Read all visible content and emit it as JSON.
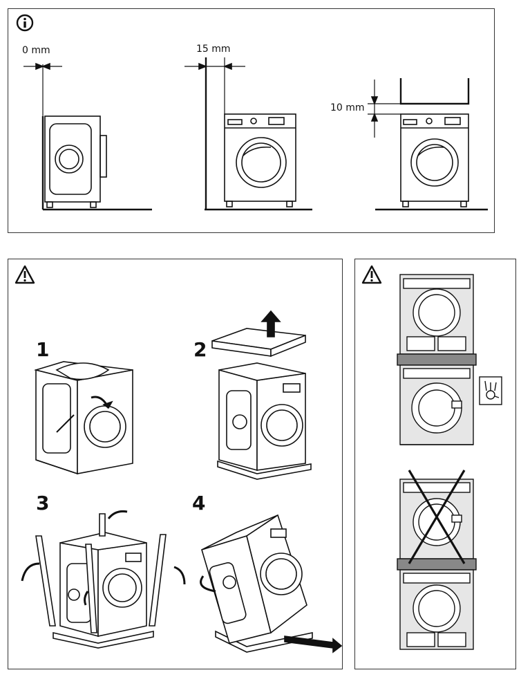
{
  "info_panel": {
    "icon": "info-icon",
    "dimensions": {
      "side_gap": "0 mm",
      "wall_gap": "15 mm",
      "top_gap": "10 mm"
    }
  },
  "removal_panel": {
    "icon": "warning-icon",
    "steps": {
      "one": "1",
      "two": "2",
      "three": "3",
      "four": "4"
    }
  },
  "stacking_panel": {
    "icon": "warning-icon",
    "correct_icon": "ok-hand-icon",
    "incorrect_icon": "cross-icon"
  }
}
